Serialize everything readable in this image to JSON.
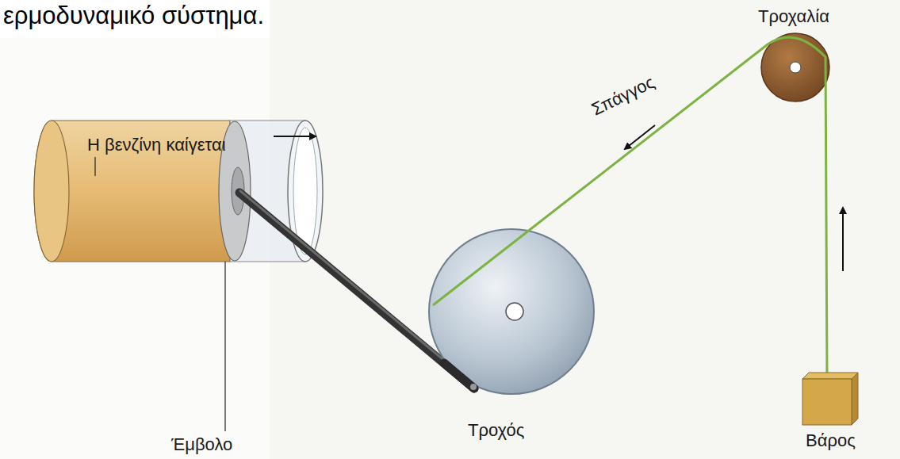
{
  "diagram": {
    "labels": [
      "ερμοδυναμικό σύστημα.",
      "Τροχαλία",
      "Σπάγγος",
      "Η βενζίνη καίγεται",
      "Τροχός",
      "Βάρος",
      "Έμβολο"
    ]
  }
}
